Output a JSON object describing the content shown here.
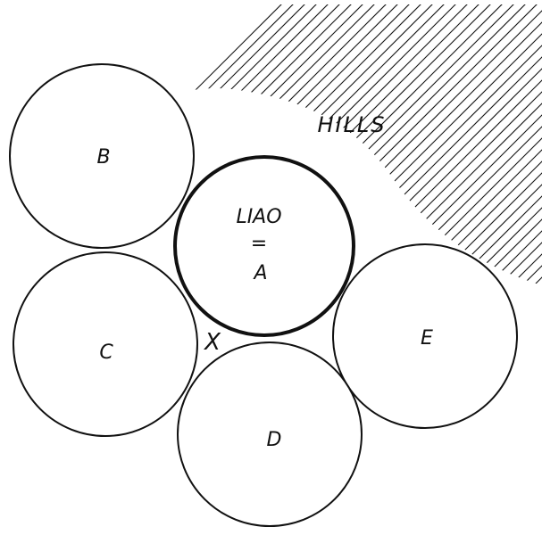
{
  "diagram": {
    "region_label": "HILLS",
    "center_label_line1": "LIAO",
    "center_label_line2": "=",
    "center_label_line3": "A",
    "circles": [
      "B",
      "C",
      "D",
      "E"
    ],
    "point_label": "X"
  }
}
